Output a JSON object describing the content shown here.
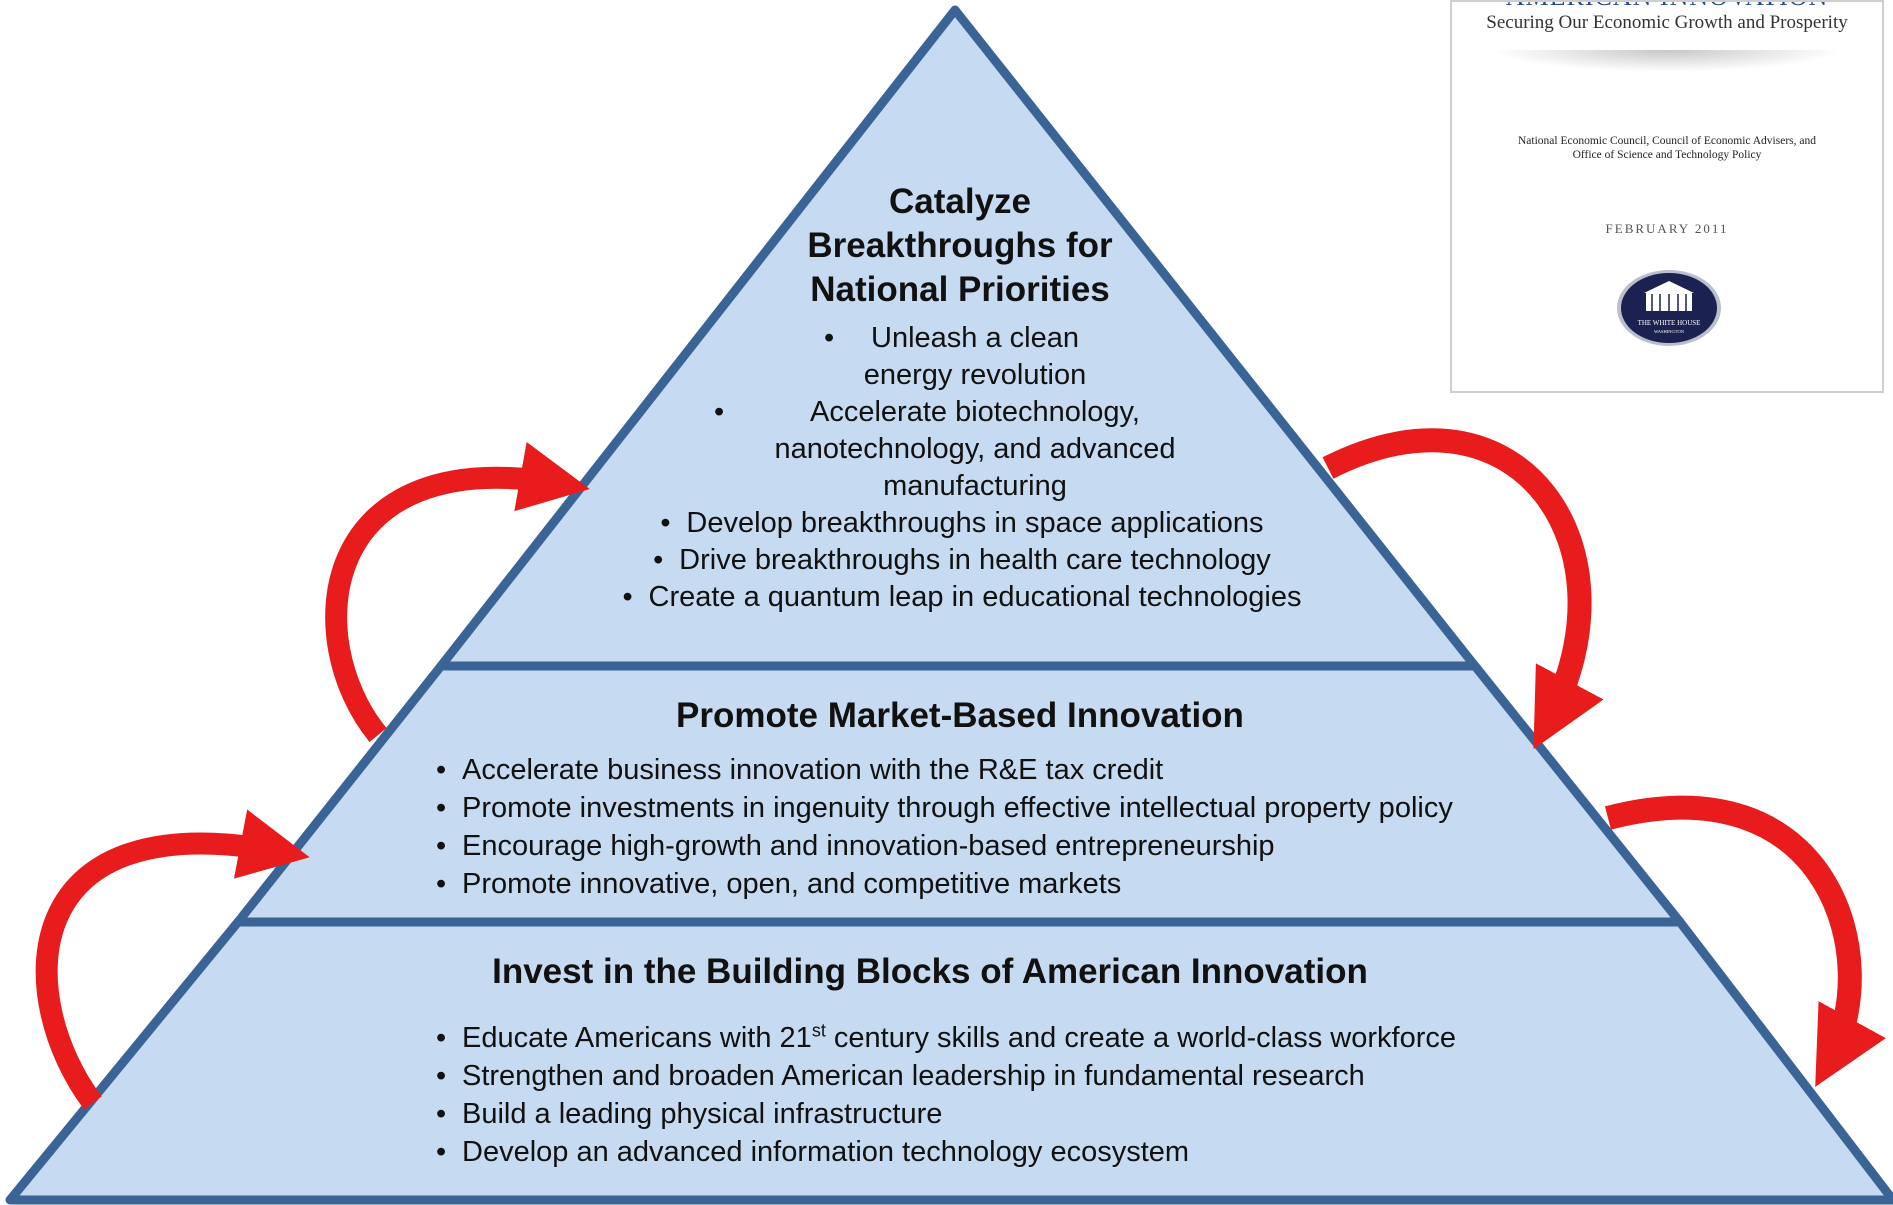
{
  "colors": {
    "pyramid_fill": "#c6daf1",
    "pyramid_border": "#3b6496",
    "arrow_red": "#e81c1c",
    "cover_title": "#2c4a8a"
  },
  "pyramid": {
    "top": {
      "title": "Catalyze Breakthroughs for National Priorities",
      "bullets": [
        "Unleash a clean energy revolution",
        "Accelerate biotechnology, nanotechnology, and advanced manufacturing",
        "Develop breakthroughs in space applications",
        "Drive breakthroughs in health care technology",
        "Create a quantum leap in educational technologies"
      ]
    },
    "middle": {
      "title": "Promote Market-Based Innovation",
      "bullets": [
        "Accelerate business innovation with the R&E tax credit",
        "Promote investments in ingenuity through effective intellectual property policy",
        "Encourage high-growth and innovation-based entrepreneurship",
        "Promote innovative, open, and competitive markets"
      ]
    },
    "bottom": {
      "title": "Invest in the Building Blocks of American Innovation",
      "bullets": [
        {
          "before": "Educate Americans with 21",
          "sup": "st",
          "after": " century skills and create a world-class workforce"
        },
        "Strengthen and broaden American leadership in fundamental research",
        "Build a leading  physical infrastructure",
        "Develop an advanced information technology ecosystem"
      ]
    }
  },
  "cover": {
    "title": "AMERICAN INNOVATION",
    "subtitle": "Securing Our Economic Growth and Prosperity",
    "councils": "National Economic Council, Council of Economic Advisers, and Office of Science and Technology Policy",
    "date": "FEBRUARY 2011",
    "seal": {
      "line1": "THE WHITE HOUSE",
      "line2": "WASHINGTON"
    }
  }
}
